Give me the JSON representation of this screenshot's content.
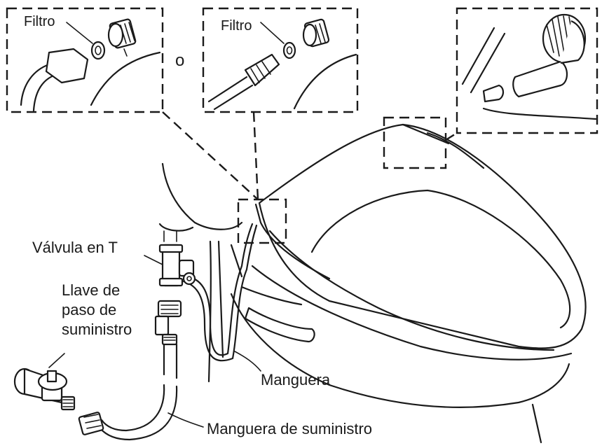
{
  "labels": {
    "filtro_1": "Filtro",
    "filtro_2": "Filtro",
    "or_word": "o",
    "t_valve": "Válvula en T",
    "shutoff_line1": "Llave de",
    "shutoff_line2": "paso de",
    "shutoff_line3": "suministro",
    "hose": "Manguera",
    "supply_hose": "Manguera de suministro"
  },
  "colors": {
    "line": "#1a1a1a",
    "background": "#ffffff"
  }
}
